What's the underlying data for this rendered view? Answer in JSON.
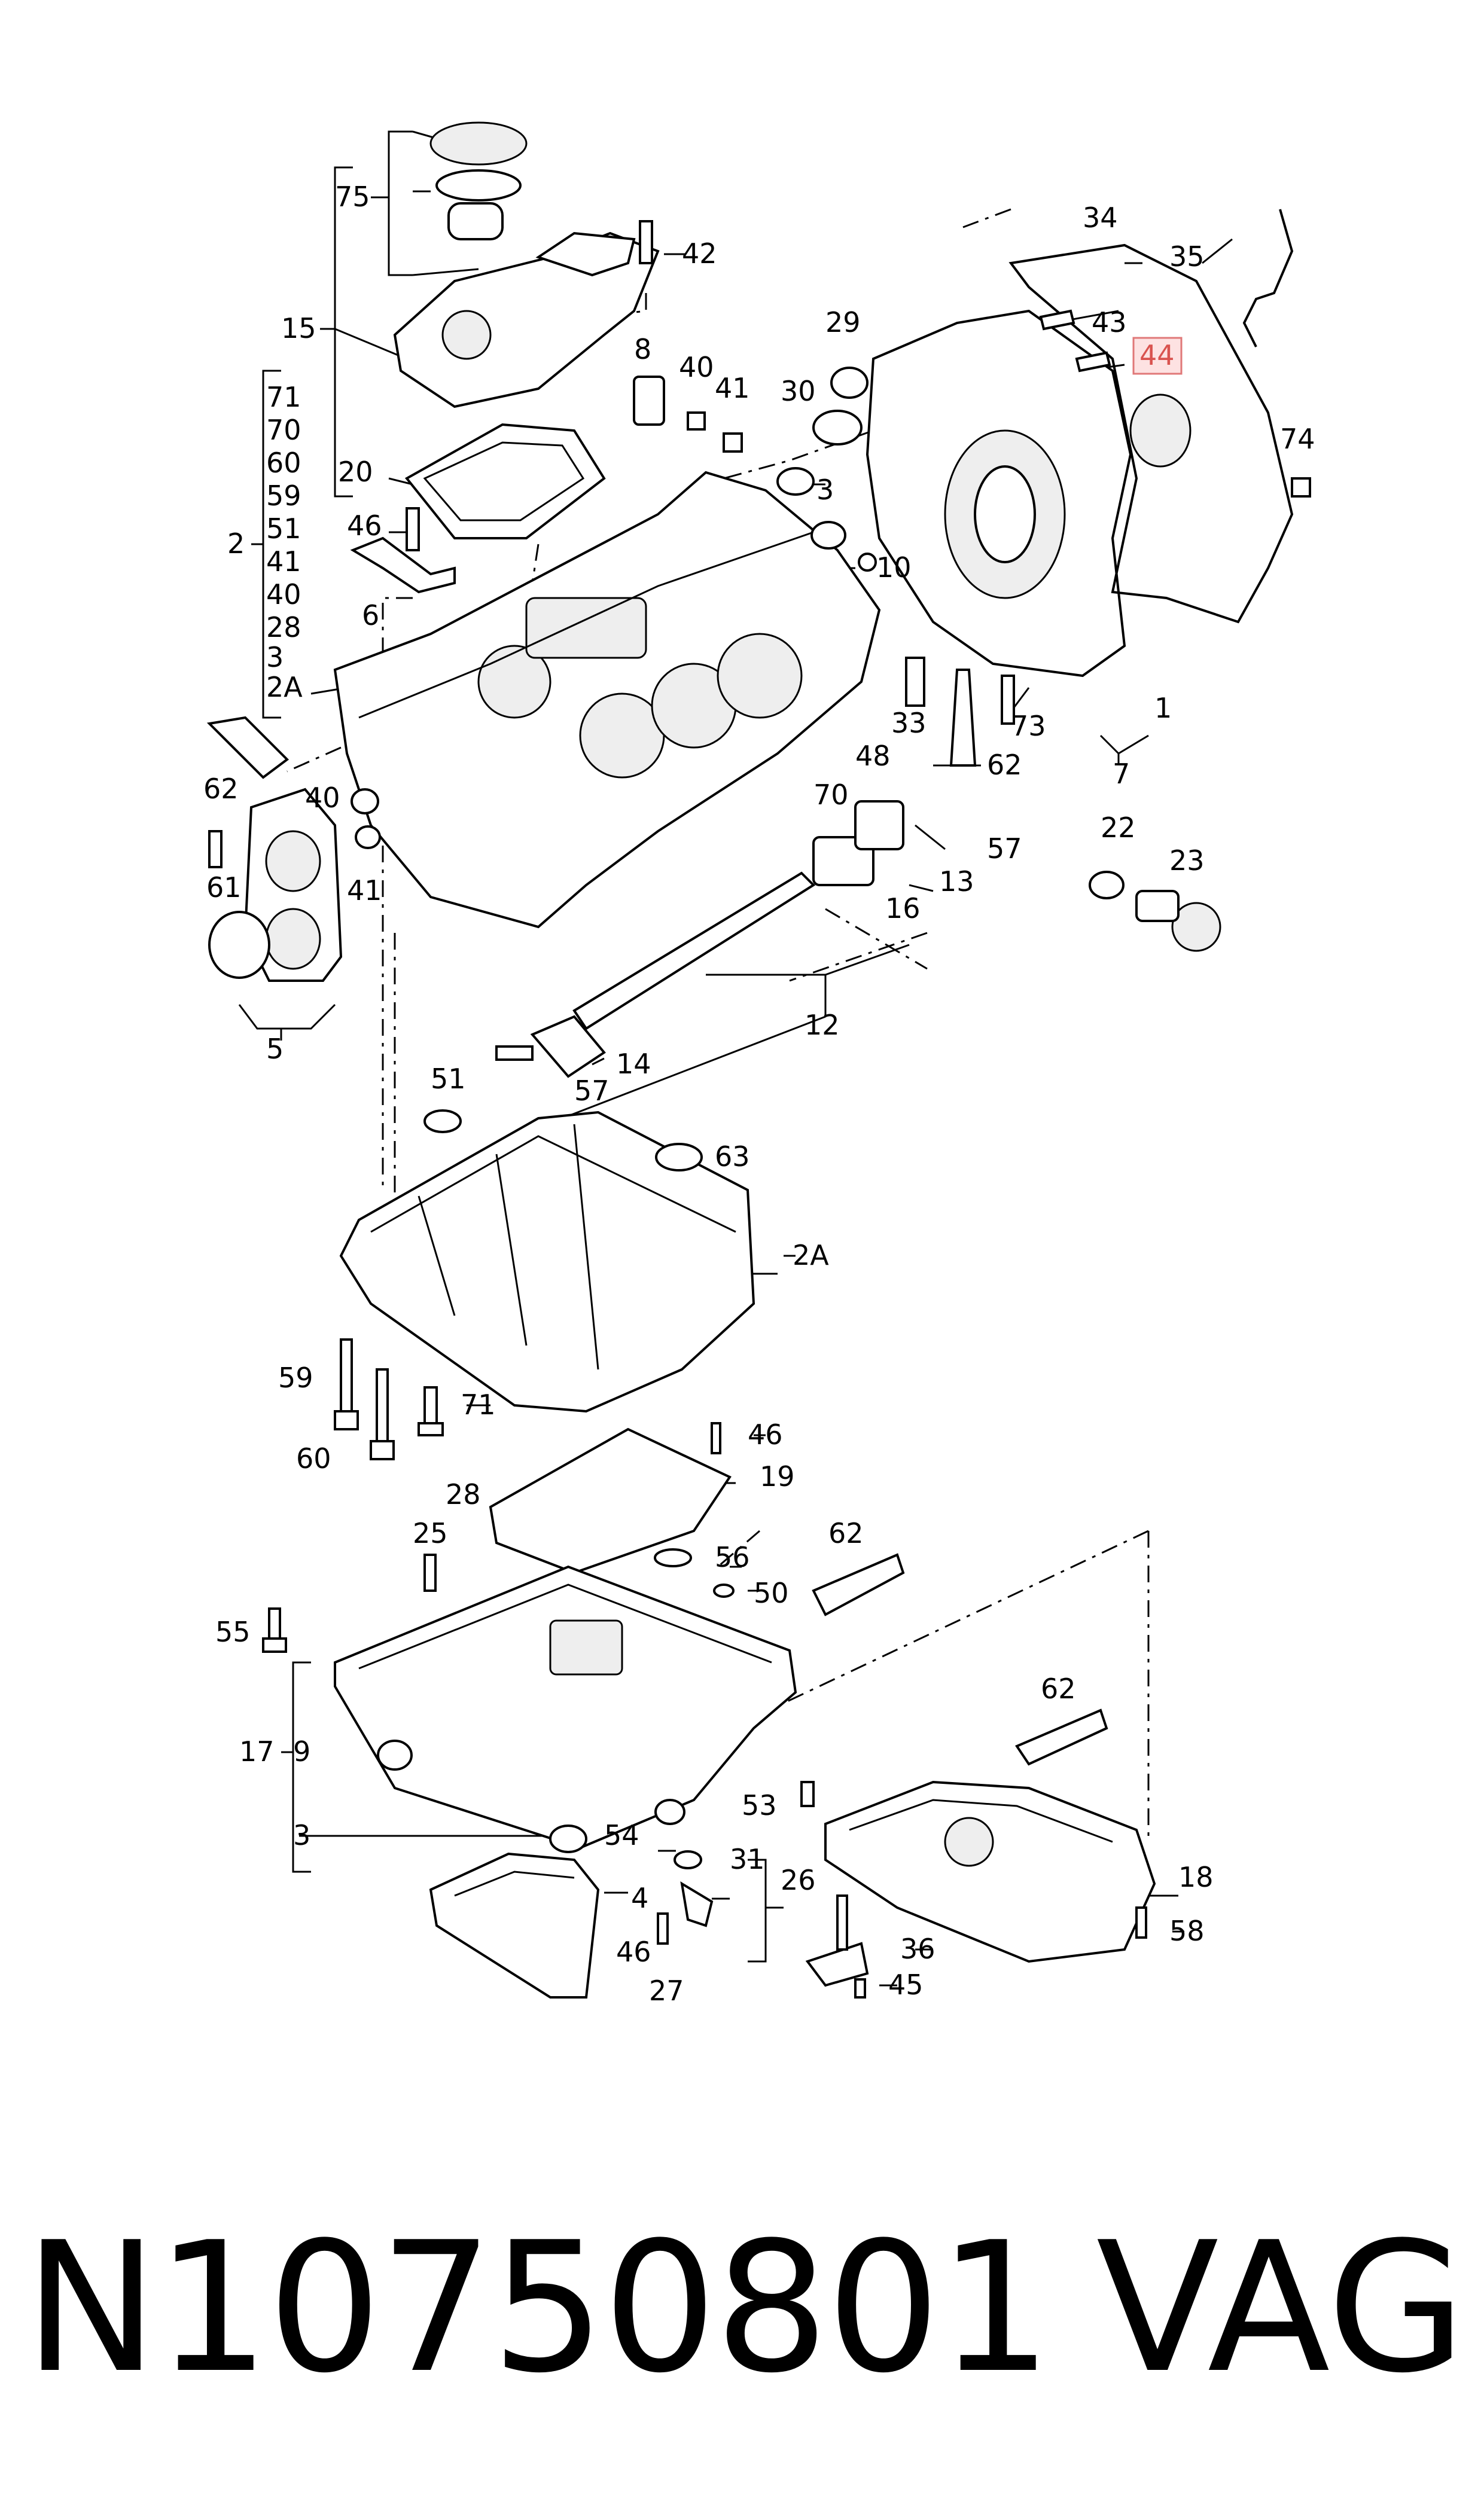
{
  "diagram": {
    "callouts": {
      "c75": "75",
      "c42": "42",
      "c15": "15",
      "c8": "8",
      "c40a": "40",
      "c41a": "41",
      "c71": "71",
      "c70": "70",
      "c60": "60",
      "c59": "59",
      "c51a": "51",
      "c41b": "41",
      "c40b": "40",
      "c28a": "28",
      "c3a": "3",
      "c2A_a": "2A",
      "c2": "2",
      "c20": "20",
      "c46a": "46",
      "c6": "6",
      "c29": "29",
      "c30": "30",
      "c3b": "3",
      "c10": "10",
      "c34": "34",
      "c35": "35",
      "c43": "43",
      "c44": "44",
      "c74": "74",
      "c1": "1",
      "c7": "7",
      "c33": "33",
      "c73": "73",
      "c62a": "62",
      "c48": "48",
      "c70b": "70",
      "c57a": "57",
      "c13": "13",
      "c16": "16",
      "c22": "22",
      "c23": "23",
      "c62b": "62",
      "c40c": "40",
      "c61": "61",
      "c41c": "41",
      "c5": "5",
      "c12": "12",
      "c14": "14",
      "c57b": "57",
      "c51b": "51",
      "c63": "63",
      "c2A_b": "2A",
      "c59b": "59",
      "c60b": "60",
      "c71b": "71",
      "c46b": "46",
      "c19": "19",
      "c28b": "28",
      "c25": "25",
      "c56": "56",
      "c50": "50",
      "c62c": "62",
      "c55": "55",
      "c17": "17",
      "c9": "9",
      "c3c": "3",
      "c62d": "62",
      "c53": "53",
      "c54": "54",
      "c31": "31",
      "c26": "26",
      "c4": "4",
      "c18": "18",
      "c58": "58",
      "c46c": "46",
      "c27": "27",
      "c36": "36",
      "c45": "45"
    },
    "highlight_color": "#fde2e2"
  },
  "footer": {
    "part_number": "N10750801",
    "brand": "VAG"
  }
}
